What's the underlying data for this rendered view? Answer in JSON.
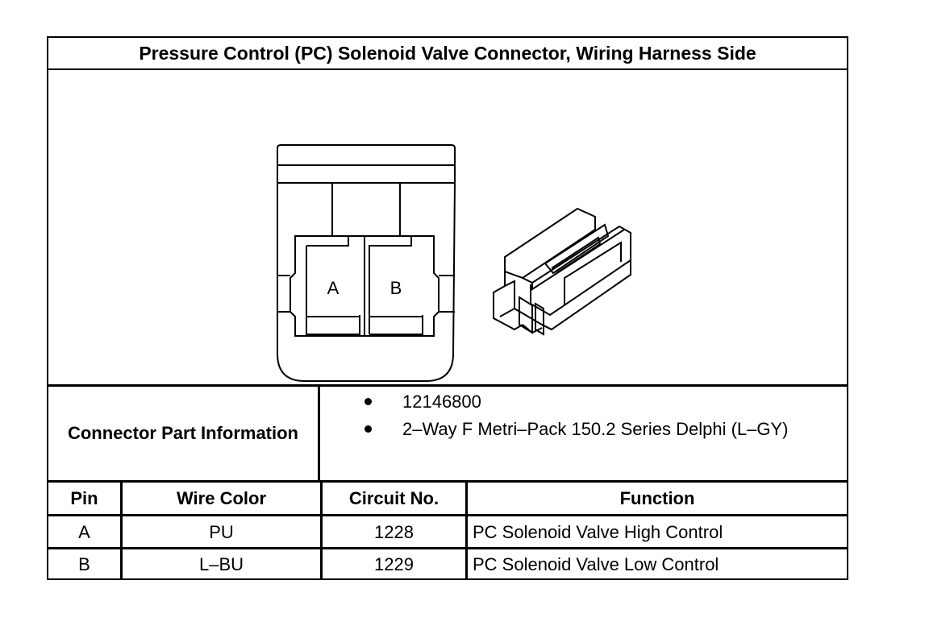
{
  "title": "Pressure Control (PC) Solenoid Valve Connector, Wiring Harness Side",
  "figure": {
    "cavity_labels": [
      "A",
      "B"
    ]
  },
  "connector_info": {
    "label": "Connector Part Information",
    "items": [
      "12146800",
      "2–Way F Metri–Pack 150.2 Series Delphi (L–GY)"
    ]
  },
  "pin_table": {
    "headers": {
      "pin": "Pin",
      "wire_color": "Wire Color",
      "circuit": "Circuit No.",
      "function": "Function"
    },
    "rows": [
      {
        "pin": "A",
        "wire_color": "PU",
        "circuit": "1228",
        "function": "PC Solenoid Valve High Control"
      },
      {
        "pin": "B",
        "wire_color": "L–BU",
        "circuit": "1229",
        "function": "PC Solenoid Valve Low Control"
      }
    ]
  }
}
